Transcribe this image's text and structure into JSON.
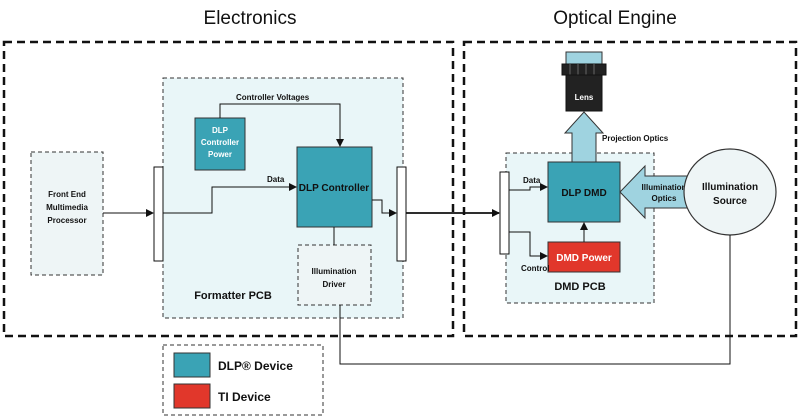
{
  "titles": {
    "electronics": "Electronics",
    "optical_engine": "Optical Engine"
  },
  "blocks": {
    "front_end": [
      "Front End",
      "Multimedia",
      "Processor"
    ],
    "dlp_controller_power": [
      "DLP",
      "Controller",
      "Power"
    ],
    "dlp_controller": "DLP Controller",
    "illumination_driver": [
      "Illumination",
      "Driver"
    ],
    "formatter_pcb": "Formatter PCB",
    "lens": "Lens",
    "dlp_dmd": "DLP DMD",
    "dmd_power": "DMD Power",
    "dmd_pcb": "DMD PCB",
    "illumination_source": [
      "Illumination",
      "Source"
    ]
  },
  "labels": {
    "controller_voltages": "Controller Voltages",
    "data_left": "Data",
    "data_right": "Data",
    "control": "Control",
    "projection_optics": "Projection Optics",
    "illumination_optics": [
      "Illumination",
      "Optics"
    ]
  },
  "legend": [
    {
      "label": "DLP® Device",
      "color": "#3aa3b5"
    },
    {
      "label": "TI Device",
      "color": "#e1372b"
    }
  ],
  "colors": {
    "dlp_device": "#3aa3b5",
    "ti_device": "#e1372b",
    "pcb_fill": "#e9f6f8",
    "light_fill": "#eef5f6",
    "optics_fill": "#9fd3e0"
  }
}
